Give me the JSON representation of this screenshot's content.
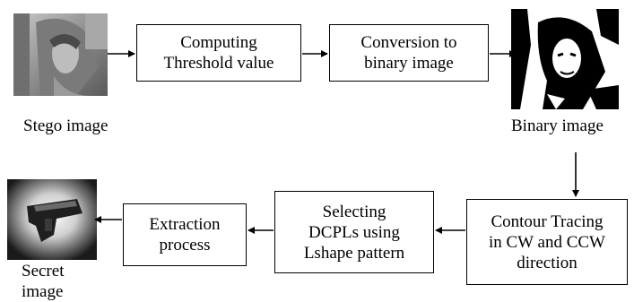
{
  "boxes": {
    "threshold": "Computing\nThreshold value",
    "conversion": "Conversion to\nbinary image",
    "contour": "Contour Tracing\nin CW and CCW\ndirection",
    "selecting": "Selecting\nDCPLs using\nLshape pattern",
    "extraction": "Extraction\nprocess"
  },
  "captions": {
    "stego": "Stego image",
    "binary": "Binary image",
    "secret": "Secret\nimage"
  },
  "colors": {
    "stroke": "#000000"
  }
}
